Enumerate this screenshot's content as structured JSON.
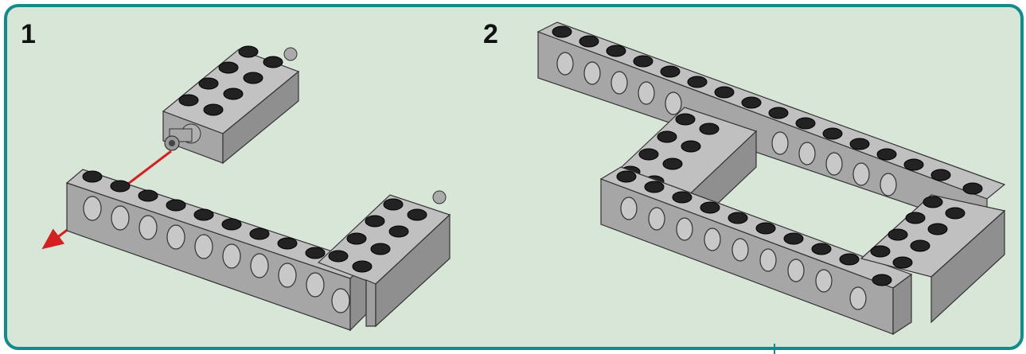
{
  "steps": [
    {
      "number": "1"
    },
    {
      "number": "2"
    }
  ],
  "colors": {
    "panel_bg": "#d8e6d8",
    "border": "#0f8c8c",
    "brick_top": "#b8b8b8",
    "brick_front": "#a4a4a4",
    "brick_side": "#8e8e8e",
    "stud": "#222222",
    "arrow": "#d42020"
  },
  "icons": [
    "technic-beam",
    "technic-brick-2x4",
    "axle-pin",
    "assembly-arrow"
  ]
}
